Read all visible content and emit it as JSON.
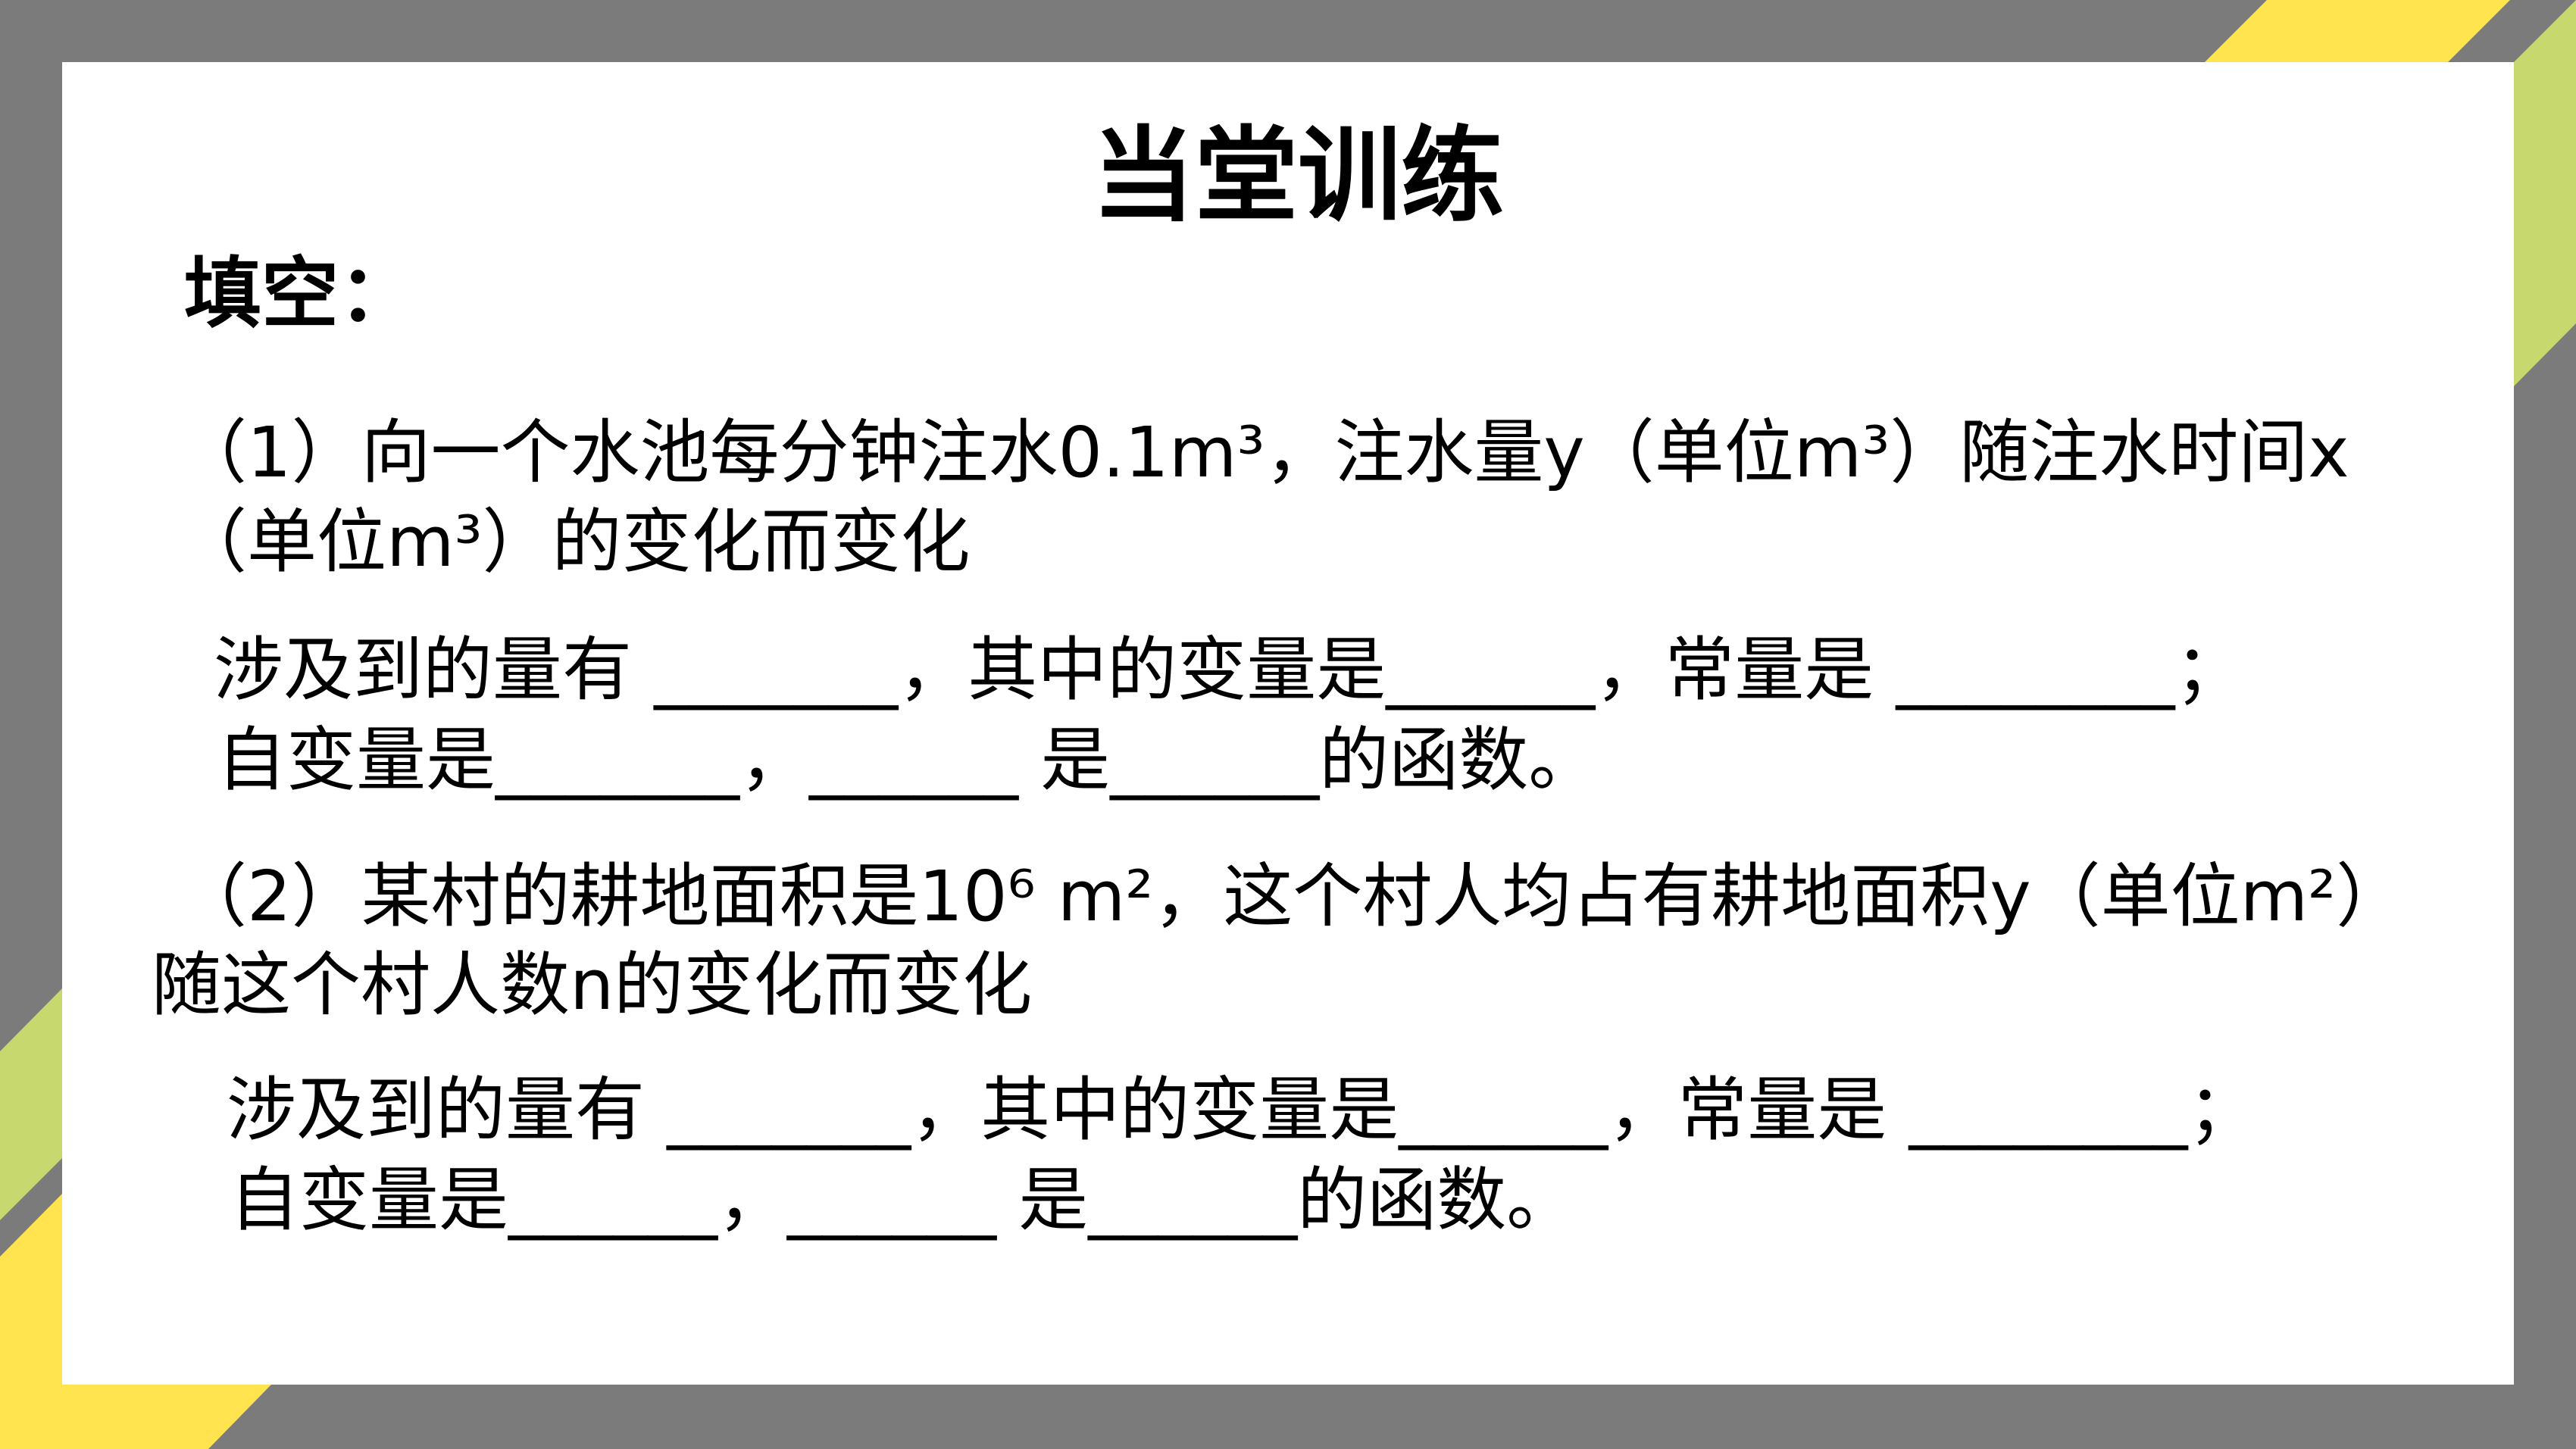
{
  "slide": {
    "title": "当堂训练",
    "section_label": "填空：",
    "questions": [
      {
        "prompt_lines": [
          "（1）向一个水池每分钟注水0.1m³，注水量y（单位m³）随注水时间x",
          "（单位m³）的变化而变化"
        ],
        "blank_lines": [
          "涉及到的量有 _______，其中的变量是______，常量是 ________；",
          "自变量是_______，______ 是______的函数。"
        ]
      },
      {
        "prompt_lines": [
          "（2）某村的耕地面积是10⁶ m²，这个村人均占有耕地面积y（单位m²）",
          "随这个村人数n的变化而变化"
        ],
        "blank_lines": [
          "涉及到的量有 _______，其中的变量是______，常量是 ________；",
          "自变量是______，______ 是______的函数。"
        ]
      }
    ]
  },
  "colors": {
    "frame": "#7b7b7b",
    "panel": "#ffffff",
    "accent_yellow": "#ffe34f",
    "accent_green": "#c6d86e",
    "text": "#000000"
  }
}
